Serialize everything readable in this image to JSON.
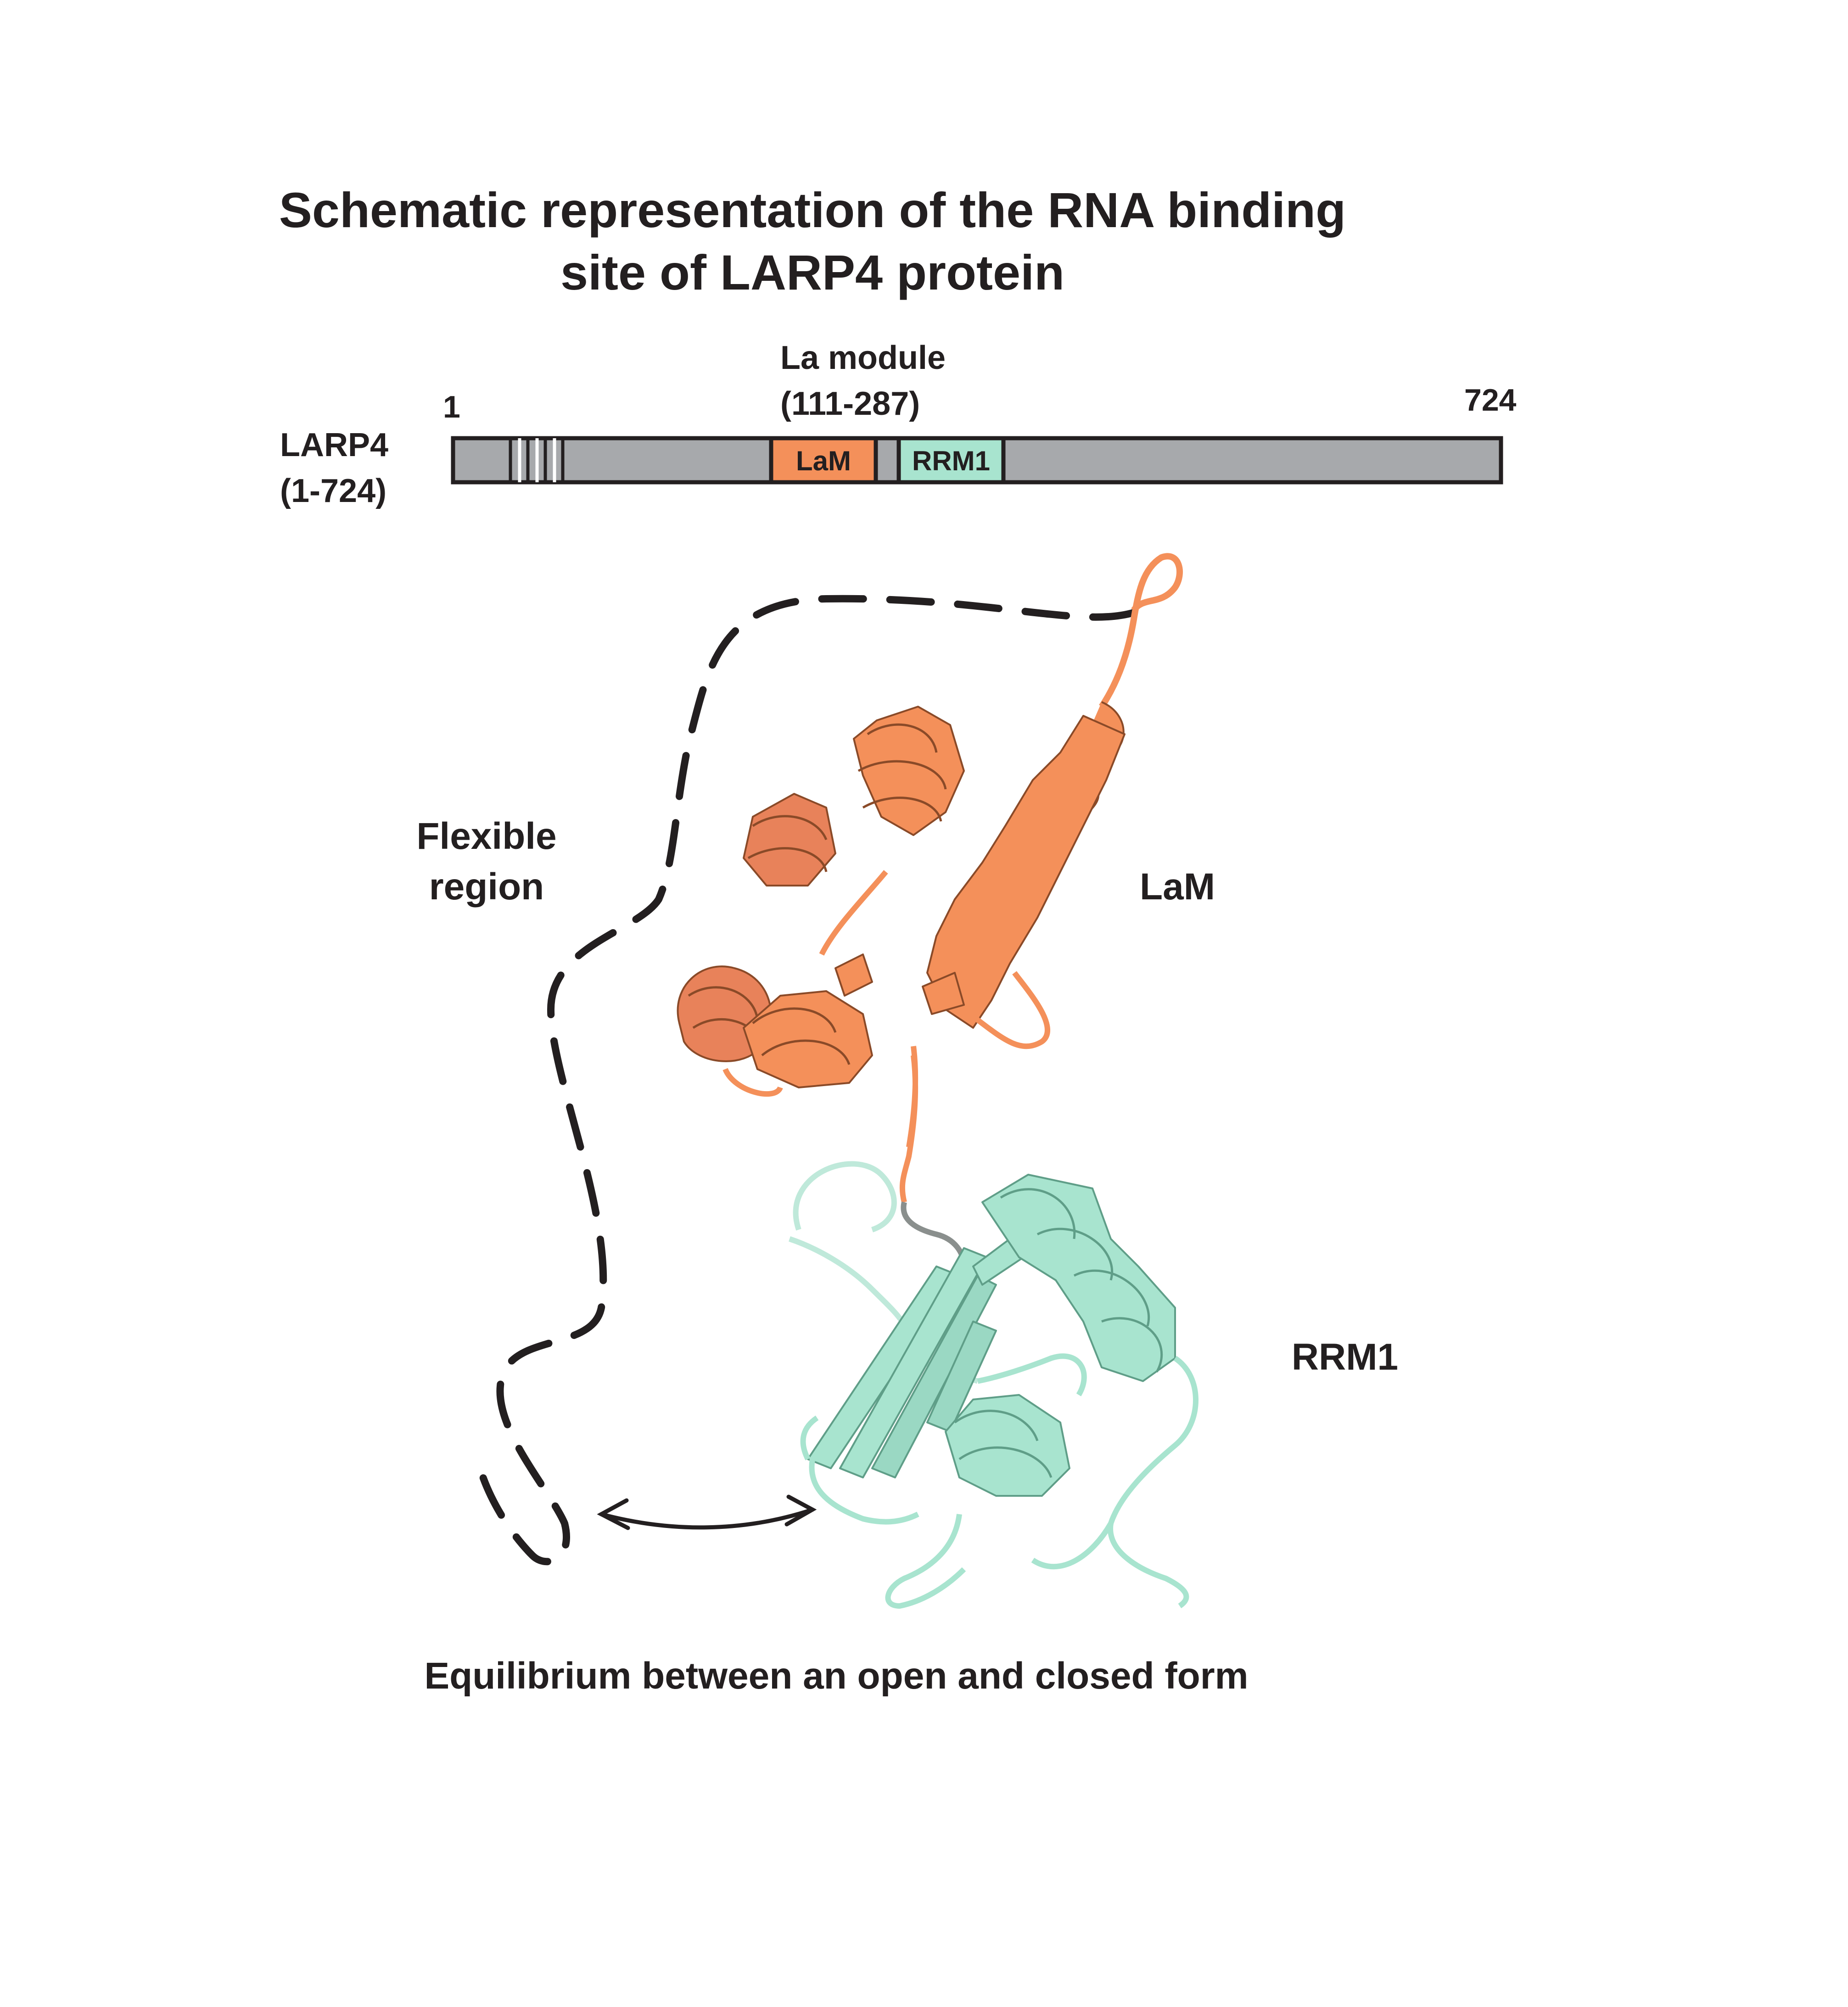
{
  "title": {
    "line1": "Schematic representation of the RNA binding",
    "line2": "site of LARP4 protein"
  },
  "domain_bar": {
    "protein_name": "LARP4",
    "protein_range": "(1-724)",
    "start": "1",
    "end": "724",
    "module_label": "La module",
    "module_range": "(111-287)",
    "domains": [
      {
        "label": "LaM",
        "color": "#f4905a"
      },
      {
        "label": "RRM1",
        "color": "#a8e4cf"
      }
    ],
    "bar_color": "#a7a9ac"
  },
  "structure": {
    "flexible_label_1": "Flexible",
    "flexible_label_2": "region",
    "lam_label": "LaM",
    "rrm1_label": "RRM1",
    "lam_color": "#f4905a",
    "rrm1_color": "#a8e4cf"
  },
  "caption": "Equilibrium between an open and closed form"
}
